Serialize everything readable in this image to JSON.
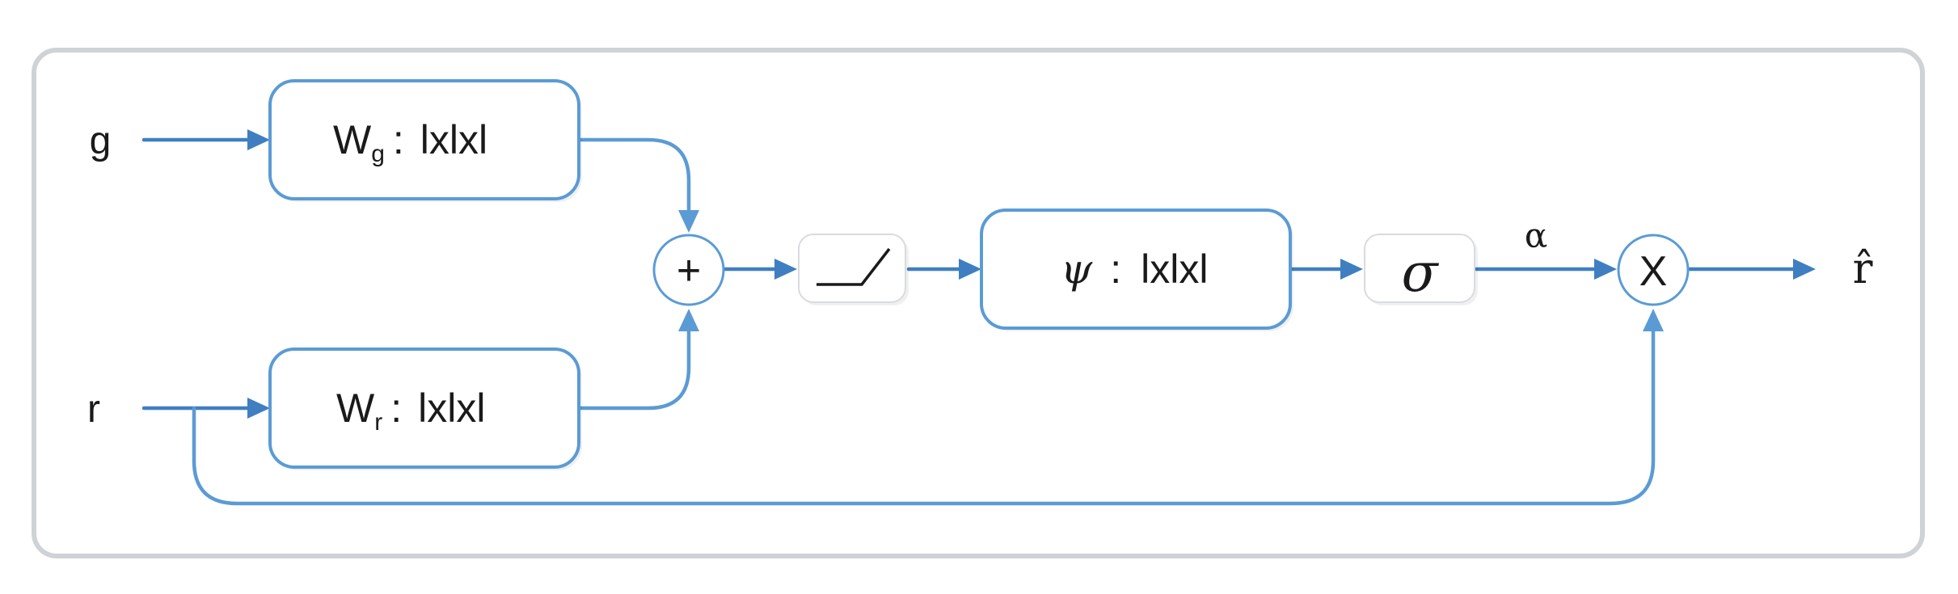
{
  "inputs": {
    "g": "g",
    "r": "r"
  },
  "wg_box": {
    "symbol": "W",
    "subscript": "g",
    "sep": ":",
    "dims": "lxlxl"
  },
  "wr_box": {
    "symbol": "W",
    "subscript": "r",
    "sep": ":",
    "dims": "lxlxl"
  },
  "sum_node": {
    "symbol": "+"
  },
  "relu_icon": "relu-icon",
  "psi_box": {
    "symbol": "ψ",
    "sep": ":",
    "dims": "lxlxl"
  },
  "sigmoid_box": {
    "symbol": "σ"
  },
  "alpha_label": "α",
  "mult_node": {
    "symbol": "X"
  },
  "output": {
    "symbol": "r̂"
  },
  "colors": {
    "box_stroke": "#5b9bd5",
    "wire": "#3f7fc1",
    "frame": "#cfd2d6"
  }
}
